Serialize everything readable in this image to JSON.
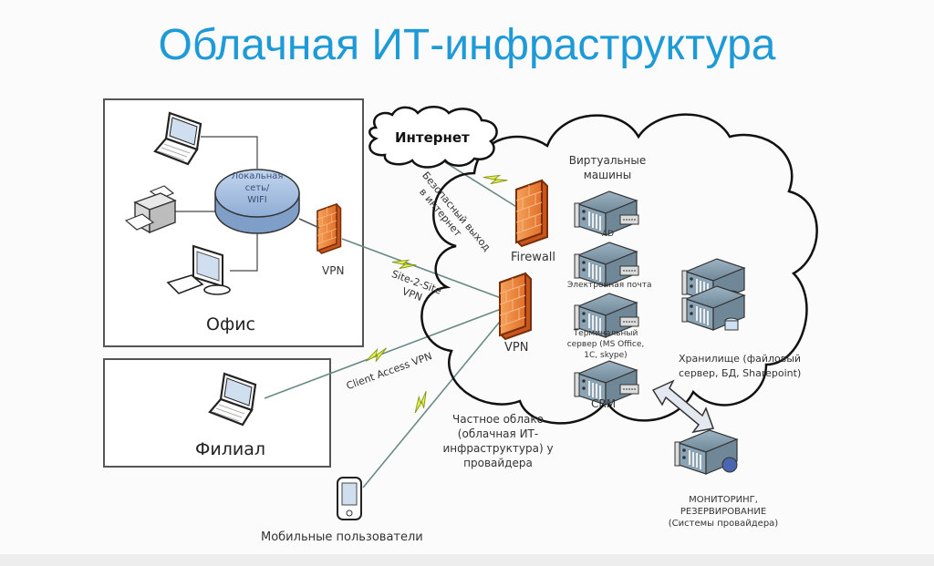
{
  "title": "Облачная ИТ-инфраструктура",
  "colors": {
    "title": "#1e9ad6",
    "firewall": "#f08a3c",
    "lan_disk": "#a9c4e3",
    "server": "#8aa3b5",
    "link": "#6a8a86",
    "bolt": "#e8f54a"
  },
  "office": {
    "label": "Офис",
    "lan_label_line1": "Локальная",
    "lan_label_line2": "сеть/",
    "lan_label_line3": "WIFI",
    "vpn_label": "VPN"
  },
  "branch": {
    "label": "Филиал"
  },
  "mobile": {
    "label": "Мобильные пользователи"
  },
  "internet": {
    "label": "Интернет"
  },
  "links": {
    "secure_exit_line1": "Безопасный выход",
    "secure_exit_line2": "в интернет",
    "site2site_line1": "Site-2-Site",
    "site2site_line2": "VPN",
    "client_access": "Client Access VPN"
  },
  "cloud": {
    "firewall_label": "Firewall",
    "vpn_label": "VPN",
    "vm_title_line1": "Виртуальные",
    "vm_title_line2": "машины",
    "vms": [
      {
        "label": "AD"
      },
      {
        "label": "Электронная почта"
      },
      {
        "label_line1": "Терминальный",
        "label_line2": "сервер (MS Office,",
        "label_line3": "1C, skype)"
      },
      {
        "label": "CRM"
      }
    ],
    "storage_line1": "Хранилище (файловый",
    "storage_line2": "сервер, БД, Sharepoint)",
    "private_cloud_line1": "Частное облако",
    "private_cloud_line2": "(облачная ИТ-",
    "private_cloud_line3": "инфраструктура) у",
    "private_cloud_line4": "провайдера"
  },
  "monitoring": {
    "line1": "МОНИТОРИНГ,",
    "line2": "РЕЗЕРВИРОВАНИЕ",
    "line3": "(Системы провайдера)"
  }
}
